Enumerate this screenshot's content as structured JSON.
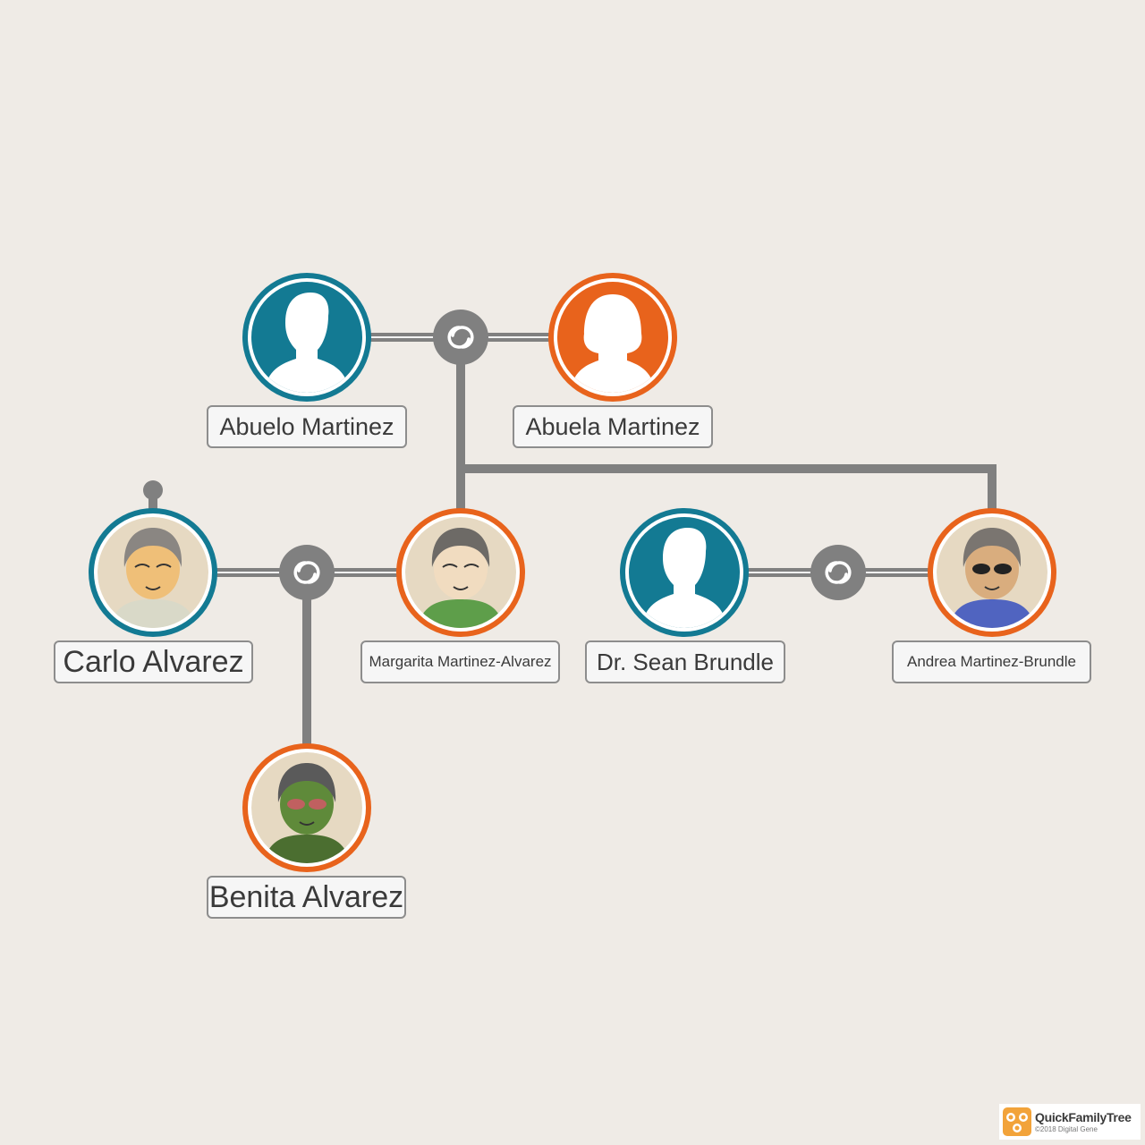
{
  "people": {
    "abuelo": {
      "name": "Abuelo Martinez",
      "gender": "male",
      "photo": false
    },
    "abuela": {
      "name": "Abuela Martinez",
      "gender": "female",
      "photo": false
    },
    "carlo": {
      "name": "Carlo Alvarez",
      "gender": "male",
      "photo": true
    },
    "margarita": {
      "name": "Margarita Martinez-Alvarez",
      "gender": "female",
      "photo": true
    },
    "sean": {
      "name": "Dr. Sean Brundle",
      "gender": "male",
      "photo": false
    },
    "andrea": {
      "name": "Andrea Martinez-Brundle",
      "gender": "female",
      "photo": true
    },
    "benita": {
      "name": "Benita Alvarez",
      "gender": "female",
      "photo": true
    }
  },
  "unions": [
    {
      "partners": [
        "abuelo",
        "abuela"
      ],
      "children": [
        "margarita",
        "andrea"
      ]
    },
    {
      "partners": [
        "carlo",
        "margarita"
      ],
      "children": [
        "benita"
      ]
    },
    {
      "partners": [
        "sean",
        "andrea"
      ],
      "children": []
    }
  ],
  "colors": {
    "male": "#137a93",
    "female": "#e8631c",
    "connector": "#808080",
    "background": "#efebe6"
  },
  "icons": [
    "male-silhouette-icon",
    "female-silhouette-icon",
    "union-rings-icon",
    "collapse-handle-icon"
  ],
  "branding": {
    "name": "QuickFamilyTree",
    "copyright": "©2018 Digital Gene"
  }
}
